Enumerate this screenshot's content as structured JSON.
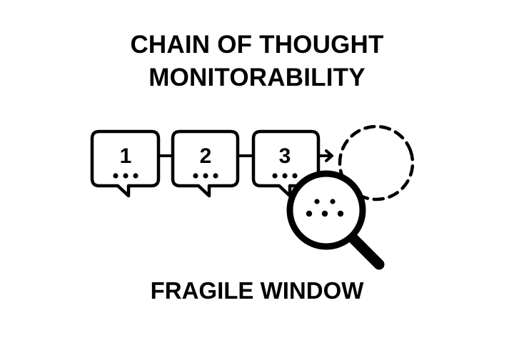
{
  "title": {
    "line1": "CHAIN OF THOUGHT",
    "line2": "MONITORABILITY"
  },
  "subtitle": "FRAGILE WINDOW",
  "steps": [
    {
      "label": "1",
      "icon": "speech-bubble-icon"
    },
    {
      "label": "2",
      "icon": "speech-bubble-icon"
    },
    {
      "label": "3",
      "icon": "speech-bubble-icon"
    }
  ],
  "next_step": {
    "icon": "dashed-circle-icon",
    "meaning": "unknown next step"
  },
  "monitor": {
    "icon": "magnifying-glass-icon"
  },
  "colors": {
    "stroke": "#000000",
    "background": "#ffffff"
  }
}
